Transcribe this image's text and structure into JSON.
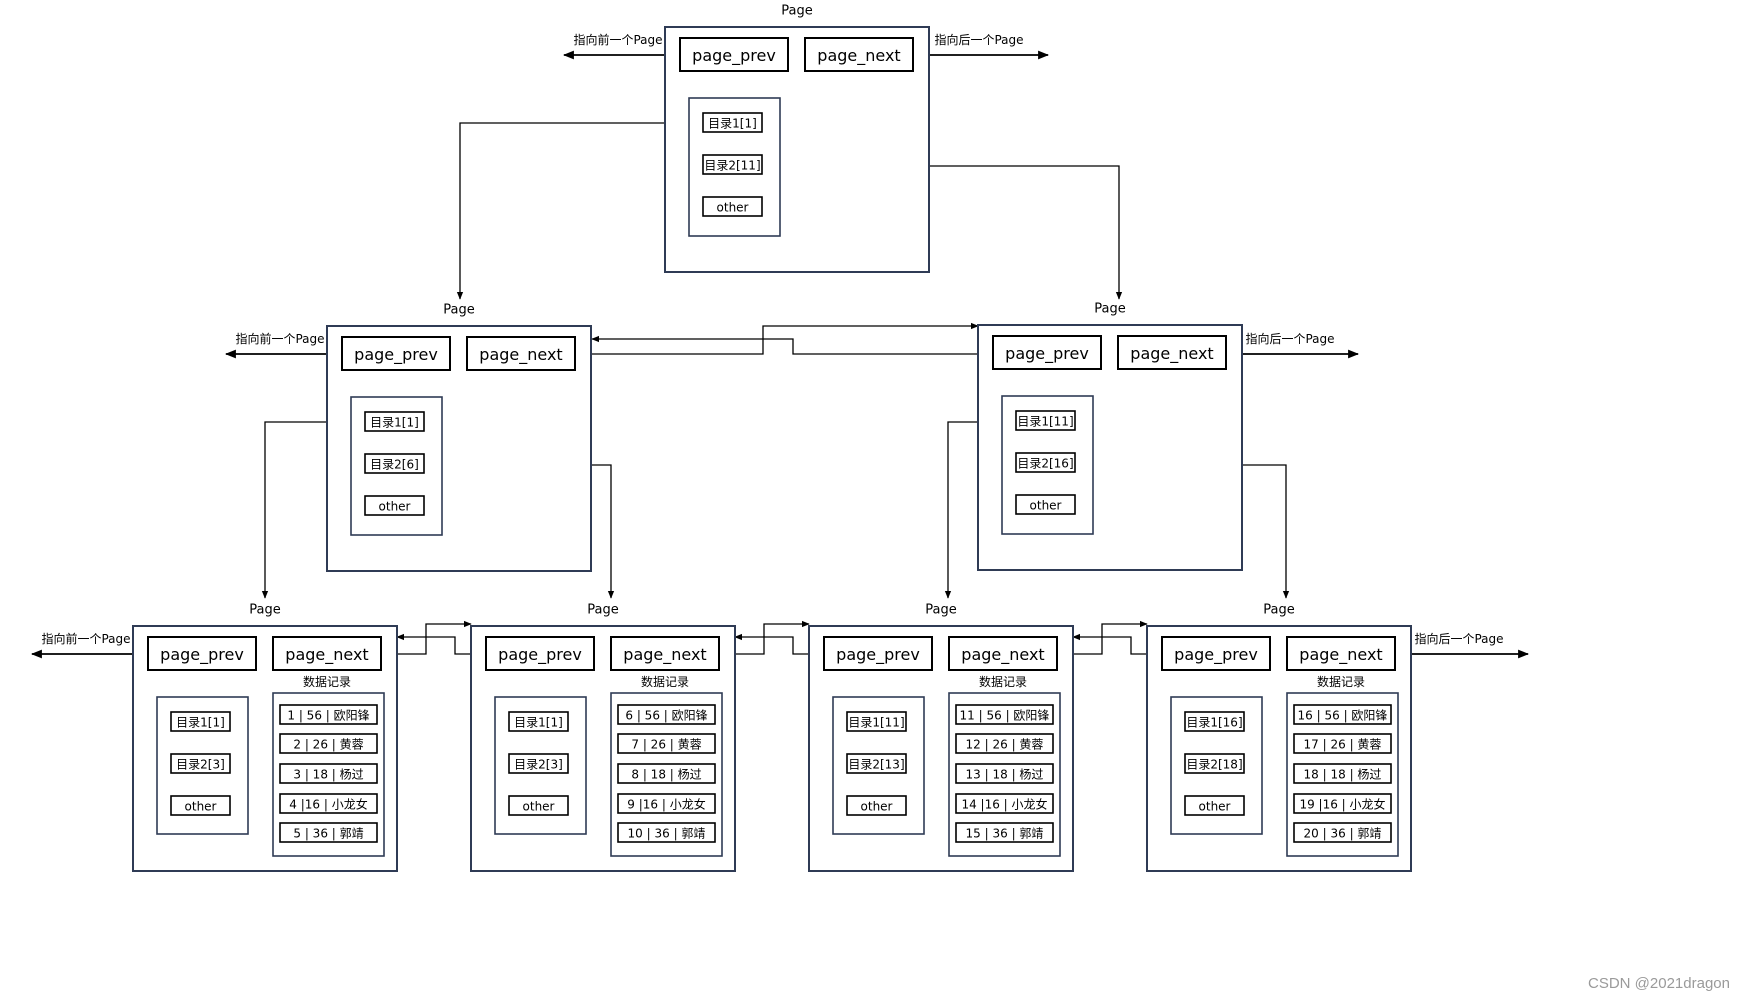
{
  "colors": {
    "frame": "#2f3b55",
    "line": "#000000",
    "watermark": "#9a9a9a"
  },
  "labels": {
    "page": "Page",
    "page_prev": "page_prev",
    "page_next": "page_next",
    "prev_pointer": "指向前一个Page",
    "next_pointer": "指向后一个Page",
    "data_records": "数据记录",
    "other": "other"
  },
  "root": {
    "entries": [
      "目录1[1]",
      "目录2[11]",
      "other"
    ]
  },
  "level1": [
    {
      "entries": [
        "目录1[1]",
        "目录2[6]",
        "other"
      ]
    },
    {
      "entries": [
        "目录1[11]",
        "目录2[16]",
        "other"
      ]
    }
  ],
  "leaves": [
    {
      "entries": [
        "目录1[1]",
        "目录2[3]",
        "other"
      ],
      "records": [
        "1 | 56 | 欧阳锋",
        "2 | 26 | 黄蓉",
        "3 | 18 | 杨过",
        "4 |16 | 小龙女",
        "5 | 36 | 郭靖"
      ]
    },
    {
      "entries": [
        "目录1[1]",
        "目录2[3]",
        "other"
      ],
      "records": [
        "6 | 56 | 欧阳锋",
        "7 | 26 | 黄蓉",
        "8 | 18 | 杨过",
        "9 |16 | 小龙女",
        "10 | 36 | 郭靖"
      ]
    },
    {
      "entries": [
        "目录1[11]",
        "目录2[13]",
        "other"
      ],
      "records": [
        "11 | 56 | 欧阳锋",
        "12 | 26 | 黄蓉",
        "13 | 18 | 杨过",
        "14 |16 | 小龙女",
        "15 | 36 | 郭靖"
      ]
    },
    {
      "entries": [
        "目录1[16]",
        "目录2[18]",
        "other"
      ],
      "records": [
        "16 | 56 | 欧阳锋",
        "17 | 26 | 黄蓉",
        "18 | 18 | 杨过",
        "19 |16 | 小龙女",
        "20 | 36 | 郭靖"
      ]
    }
  ],
  "watermark": "CSDN @2021dragon"
}
